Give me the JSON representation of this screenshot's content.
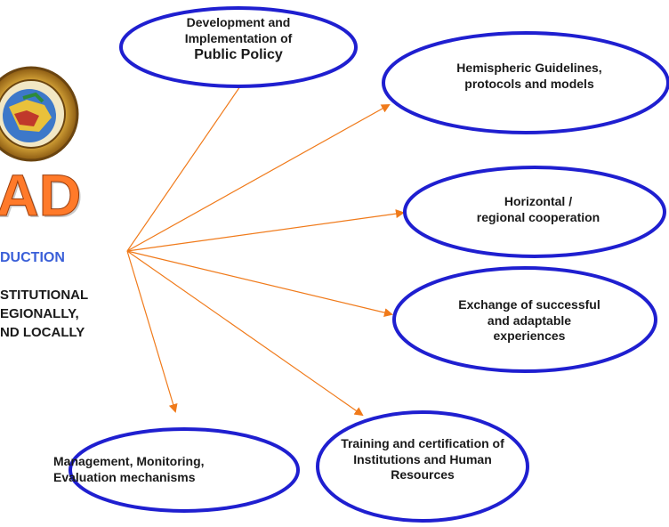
{
  "logo": {
    "acronym": "AD"
  },
  "left_panel": {
    "heading": "DUCTION",
    "lines": [
      "STITUTIONAL",
      "EGIONALLY,",
      "ND LOCALLY"
    ]
  },
  "nodes": [
    {
      "id": "public-policy",
      "lines": [
        "Development and",
        "Implementation of",
        "Public Policy"
      ]
    },
    {
      "id": "hemispheric",
      "lines": [
        "Hemispheric  Guidelines,",
        "protocols and  models"
      ]
    },
    {
      "id": "horizontal",
      "lines": [
        "Horizontal /",
        "regional cooperation"
      ]
    },
    {
      "id": "exchange",
      "lines": [
        "Exchange of successful",
        "and adaptable",
        "experiences"
      ]
    },
    {
      "id": "training",
      "lines": [
        "Training and certification of",
        "Institutions and  Human",
        "Resources"
      ]
    },
    {
      "id": "management",
      "lines": [
        "Management, Monitoring,",
        "Evaluation mechanisms"
      ]
    }
  ],
  "colors": {
    "ellipse_stroke": "#1f1fd0",
    "arrow": "#f07a1a",
    "acronym_fill": "#ff7a2a",
    "heading": "#3a5fd8",
    "text": "#1a1a1a"
  }
}
